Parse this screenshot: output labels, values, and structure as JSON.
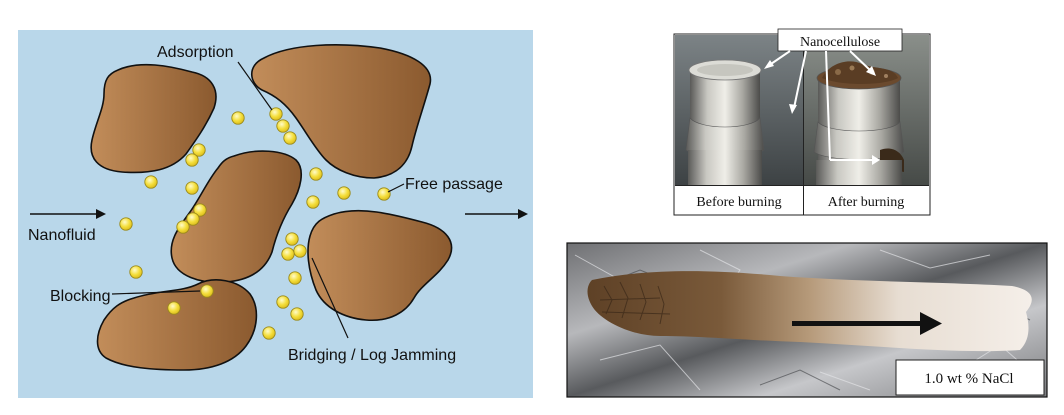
{
  "left_diagram": {
    "labels": {
      "adsorption": "Adsorption",
      "free_passage": "Free passage",
      "nanofluid": "Nanofluid",
      "blocking": "Blocking",
      "bridging": "Bridging / Log Jamming"
    },
    "colors": {
      "background": "#b9d7ea",
      "grain_light": "#c08a57",
      "grain_dark": "#8a5a30",
      "particle_fill": "#f6e24a",
      "particle_stroke": "#9a8a1a"
    }
  },
  "photo_top": {
    "label": "Nanocellulose",
    "caption_left": "Before burning",
    "caption_right": "After burning"
  },
  "photo_bottom": {
    "label": "1.0 wt % NaCl"
  }
}
